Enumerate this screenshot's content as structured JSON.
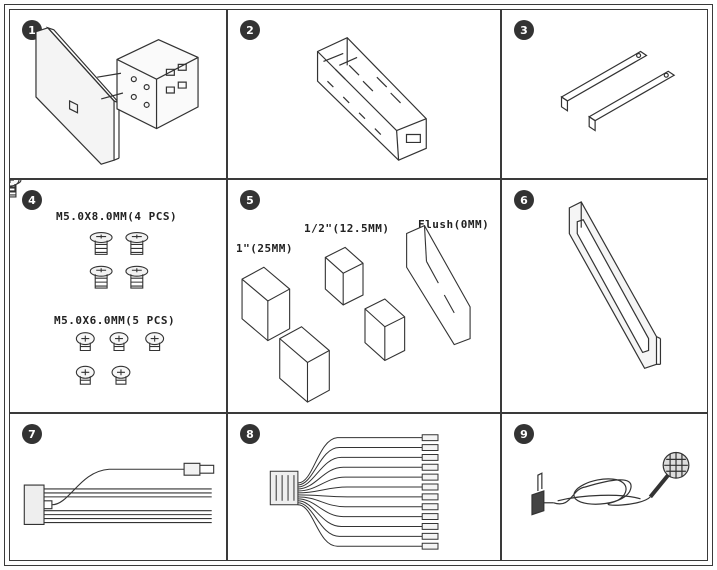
{
  "items": [
    {
      "number": "1"
    },
    {
      "number": "2"
    },
    {
      "number": "3"
    },
    {
      "number": "4",
      "labels": {
        "screws_8mm": "M5.0X8.0MM(4 PCS)",
        "screws_6mm": "M5.0X6.0MM(5 PCS)"
      }
    },
    {
      "number": "5",
      "labels": {
        "spacer_25": "1\"(25MM)",
        "spacer_12": "1/2\"(12.5MM)",
        "spacer_flush": "Flush(0MM)"
      }
    },
    {
      "number": "6"
    },
    {
      "number": "7"
    },
    {
      "number": "8"
    },
    {
      "number": "9"
    }
  ],
  "icons": [
    "head-unit-chassis-icon",
    "mounting-cage-icon",
    "removal-keys-icon",
    "screw-icon",
    "spacer-bracket-icon",
    "trim-frame-icon",
    "av-cable-icon",
    "wiring-harness-icon",
    "microphone-icon"
  ]
}
